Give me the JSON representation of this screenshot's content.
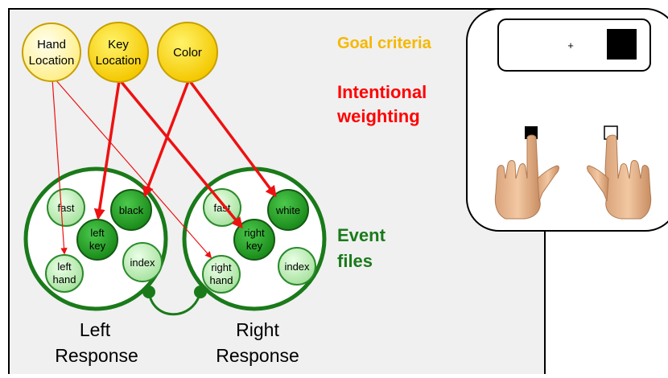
{
  "goals": [
    {
      "lines": [
        "Hand",
        "Location"
      ]
    },
    {
      "lines": [
        "Key",
        "Location"
      ]
    },
    {
      "lines": [
        "Color"
      ]
    }
  ],
  "labels": {
    "goal_criteria": "Goal criteria",
    "intentional_weighting": [
      "Intentional",
      "weighting"
    ],
    "event_files": [
      "Event",
      "files"
    ]
  },
  "left_file": {
    "features": {
      "fast": [
        "fast"
      ],
      "color": [
        "black"
      ],
      "key": [
        "left",
        "key"
      ],
      "finger": [
        "index"
      ],
      "hand": [
        "left",
        "hand"
      ]
    },
    "caption": [
      "Left",
      "Response"
    ]
  },
  "right_file": {
    "features": {
      "fast": [
        "fast"
      ],
      "color": [
        "white"
      ],
      "key": [
        "right",
        "key"
      ],
      "finger": [
        "index"
      ],
      "hand": [
        "right",
        "hand"
      ]
    },
    "caption": [
      "Right",
      "Response"
    ]
  },
  "stimulus": {
    "fixation": "+"
  },
  "colors": {
    "panel_bg": "#f0f0f0",
    "panel_border": "#000000",
    "goal_fill_light": "#ffffaa",
    "goal_fill_bright": "#ffea00",
    "goal_border": "#c8a000",
    "goal_criteria_text": "#f5b800",
    "weighting_text": "#ff0000",
    "event_files_text": "#1a7a1a",
    "file_ring": "#1a7a1a",
    "feature_light": "#c6f2c0",
    "feature_dark": "#2ca02c",
    "arrow_red": "#ee1111",
    "skin": "#e6b48a"
  }
}
